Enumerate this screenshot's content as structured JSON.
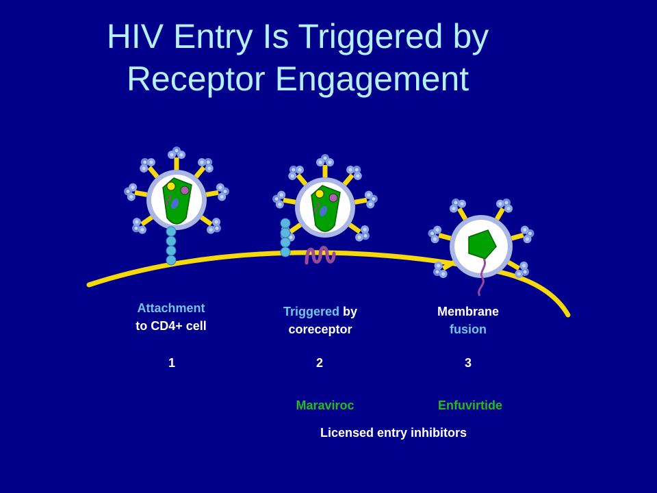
{
  "title": {
    "line1": "HIV Entry Is Triggered by",
    "line2": "Receptor Engagement"
  },
  "steps": [
    {
      "label_a": "Attachment",
      "label_b": "to CD4+ cell",
      "number": "1"
    },
    {
      "label_a": "Triggered",
      "label_a_rest": " by",
      "label_b": "coreceptor",
      "number": "2"
    },
    {
      "label_a": "Membrane",
      "label_b": "fusion",
      "number": "3"
    }
  ],
  "drugs": {
    "step2": "Maraviroc",
    "step3": "Enfuvirtide"
  },
  "footer": "Licensed entry inhibitors",
  "colors": {
    "background": "#00008b",
    "title": "#b4f0ff",
    "membrane": "#f5d90a",
    "drug": "#22bb22",
    "label_highlight": "#6fc6ea",
    "capsid": "#00a000",
    "receptor": "#5ab7e0",
    "coreceptor": "#9b4a9b"
  },
  "icons": [
    "hiv-virion-icon",
    "cd4-receptor-icon",
    "coreceptor-icon",
    "cell-membrane-icon"
  ]
}
